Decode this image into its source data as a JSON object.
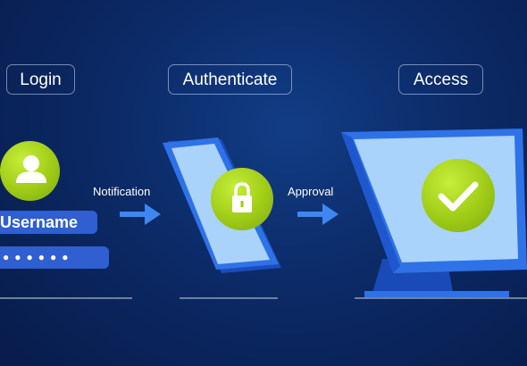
{
  "steps": {
    "login": {
      "label": "Login"
    },
    "authenticate": {
      "label": "Authenticate"
    },
    "access": {
      "label": "Access"
    }
  },
  "login_form": {
    "username_text": "Username",
    "password_mask": "●●●●●●"
  },
  "flows": {
    "first": "Notification",
    "second": "Approval"
  },
  "icons": [
    "user-icon",
    "lock-icon",
    "checkmark-icon",
    "arrow-right-icon"
  ],
  "colors": {
    "background": "#0c2b68",
    "accent_green": "#9fcb17",
    "device_blue": "#2f72e8",
    "screen_light": "#a9d3fb",
    "field_blue": "#2f5fd0",
    "text": "#ffffff"
  }
}
